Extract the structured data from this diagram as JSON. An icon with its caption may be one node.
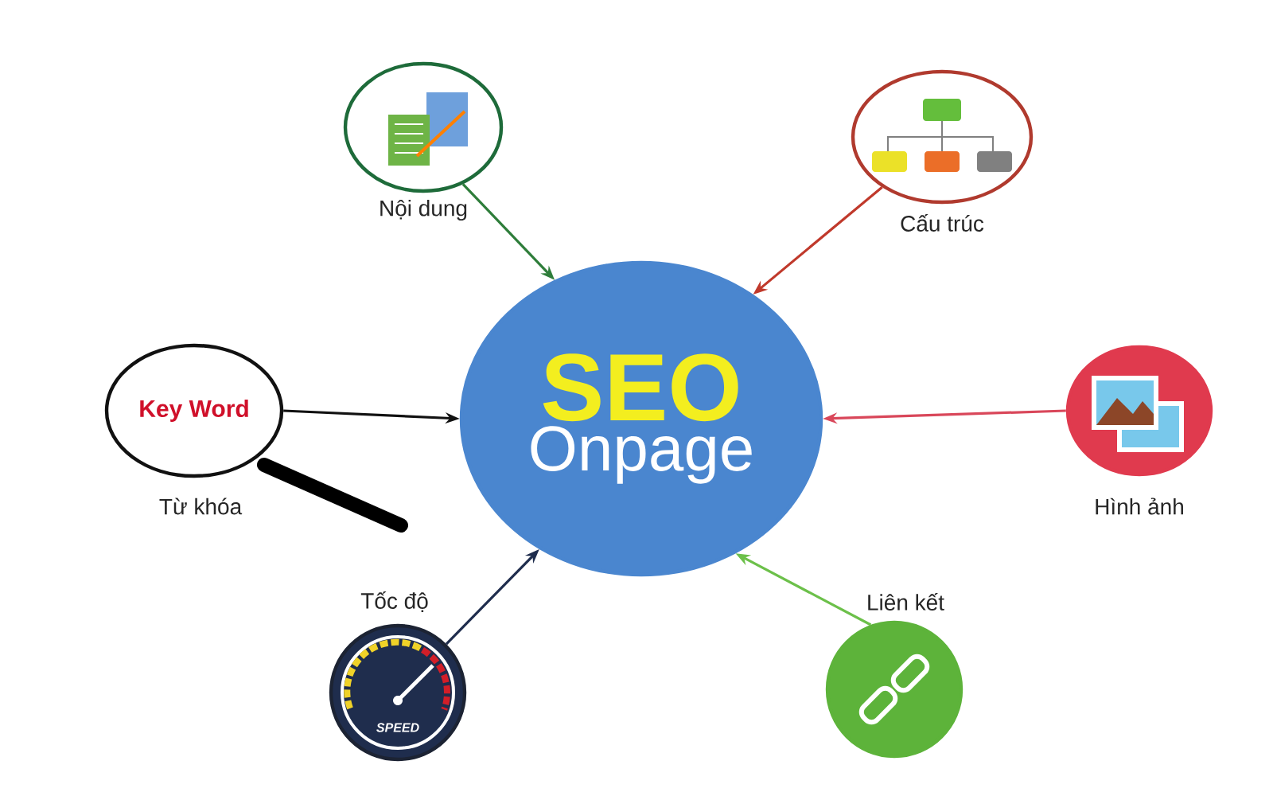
{
  "diagram": {
    "nodes": [
      {
        "text": [
          "SEO",
          "Onpage"
        ]
      },
      {
        "text": [
          "Nội dung"
        ]
      },
      {
        "text": [
          "Cấu trúc"
        ]
      },
      {
        "text": [
          "Key Word",
          "Từ khóa"
        ]
      },
      {
        "text": [
          "Hình ảnh"
        ]
      },
      {
        "text": [
          "Tốc độ",
          "SPEED"
        ]
      },
      {
        "text": [
          "Liên kết"
        ]
      }
    ],
    "edges": [
      {
        "from": 1,
        "to": 0,
        "arrow": "to",
        "color": "#2e7d3a"
      },
      {
        "from": 2,
        "to": 0,
        "arrow": "to",
        "color": "#c0392b"
      },
      {
        "from": 3,
        "to": 0,
        "arrow": "to",
        "color": "#111111"
      },
      {
        "from": 4,
        "to": 0,
        "arrow": "to",
        "color": "#d9475a"
      },
      {
        "from": 5,
        "to": 0,
        "arrow": "to",
        "color": "#1f2d4d"
      },
      {
        "from": 6,
        "to": 0,
        "arrow": "to",
        "color": "#6cc04a"
      }
    ]
  }
}
